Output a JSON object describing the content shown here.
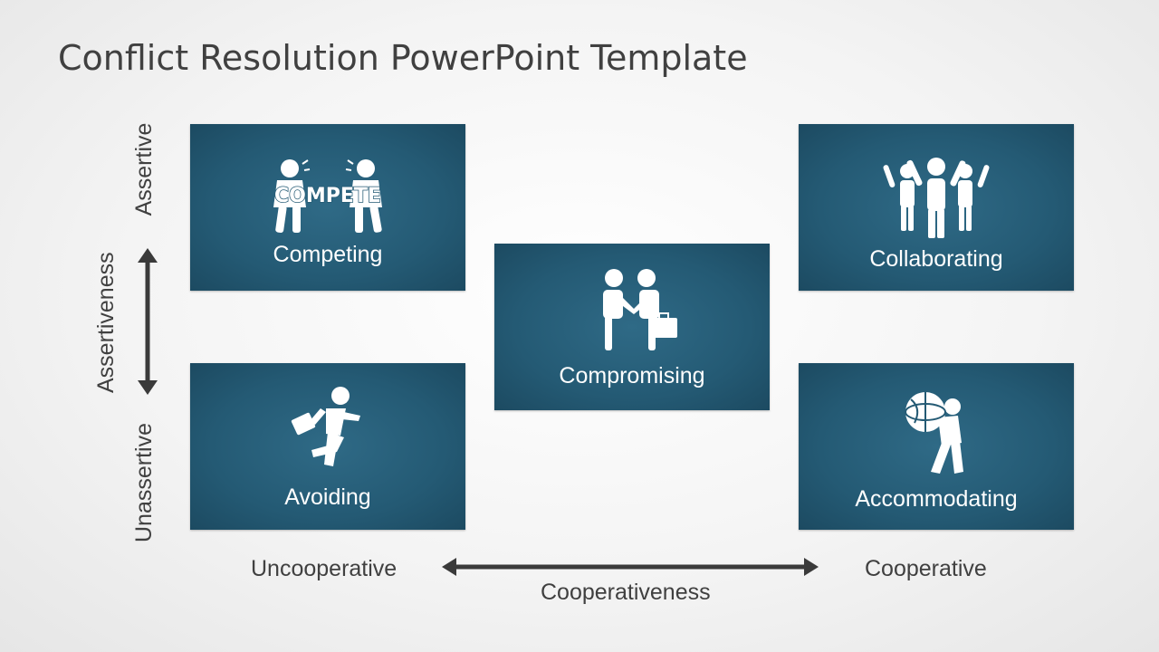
{
  "title": "Conflict Resolution PowerPoint Template",
  "colors": {
    "box": "#245a74",
    "text": "#404040",
    "arrow": "#3a3a3a"
  },
  "axis": {
    "vertical_top": "Assertive",
    "vertical_mid": "Assertiveness",
    "vertical_bottom": "Unassertive",
    "horizontal_left": "Uncooperative",
    "horizontal_mid": "Cooperativeness",
    "horizontal_right": "Cooperative"
  },
  "boxes": {
    "competing": {
      "label": "Competing",
      "icon": "compete-icon",
      "icon_text": "COMPETE"
    },
    "collaborating": {
      "label": "Collaborating",
      "icon": "team-cheer-icon"
    },
    "compromising": {
      "label": "Compromising",
      "icon": "handshake-icon"
    },
    "avoiding": {
      "label": "Avoiding",
      "icon": "running-man-icon"
    },
    "accommodating": {
      "label": "Accommodating",
      "icon": "carrying-globe-icon"
    }
  }
}
